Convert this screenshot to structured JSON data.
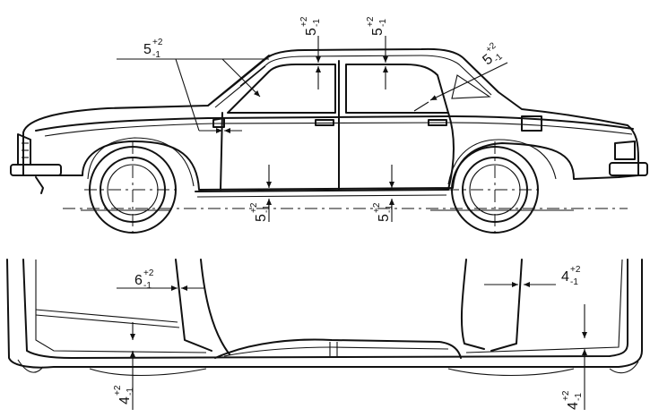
{
  "annotations": [
    {
      "id": "door-front-top",
      "value": "5",
      "tol_upper": "+2",
      "tol_lower": "-1"
    },
    {
      "id": "roof-front",
      "value": "5",
      "tol_upper": "+2",
      "tol_lower": "-1"
    },
    {
      "id": "roof-rear",
      "value": "5",
      "tol_upper": "+2",
      "tol_lower": "-1"
    },
    {
      "id": "rear-window-diag",
      "value": "5",
      "tol_upper": "+2",
      "tol_lower": "-1"
    },
    {
      "id": "sill-front",
      "value": "5",
      "tol_upper": "+2",
      "tol_lower": "-1"
    },
    {
      "id": "sill-rear",
      "value": "5",
      "tol_upper": "+2",
      "tol_lower": "-1"
    },
    {
      "id": "plan-front-gap",
      "value": "6",
      "tol_upper": "+2",
      "tol_lower": "-1"
    },
    {
      "id": "plan-rear-gap",
      "value": "4",
      "tol_upper": "+2",
      "tol_lower": "-1"
    },
    {
      "id": "plan-front-side",
      "value": "4",
      "tol_upper": "+2",
      "tol_lower": "-1"
    },
    {
      "id": "plan-rear-side",
      "value": "4",
      "tol_upper": "+2",
      "tol_lower": "-1"
    }
  ]
}
